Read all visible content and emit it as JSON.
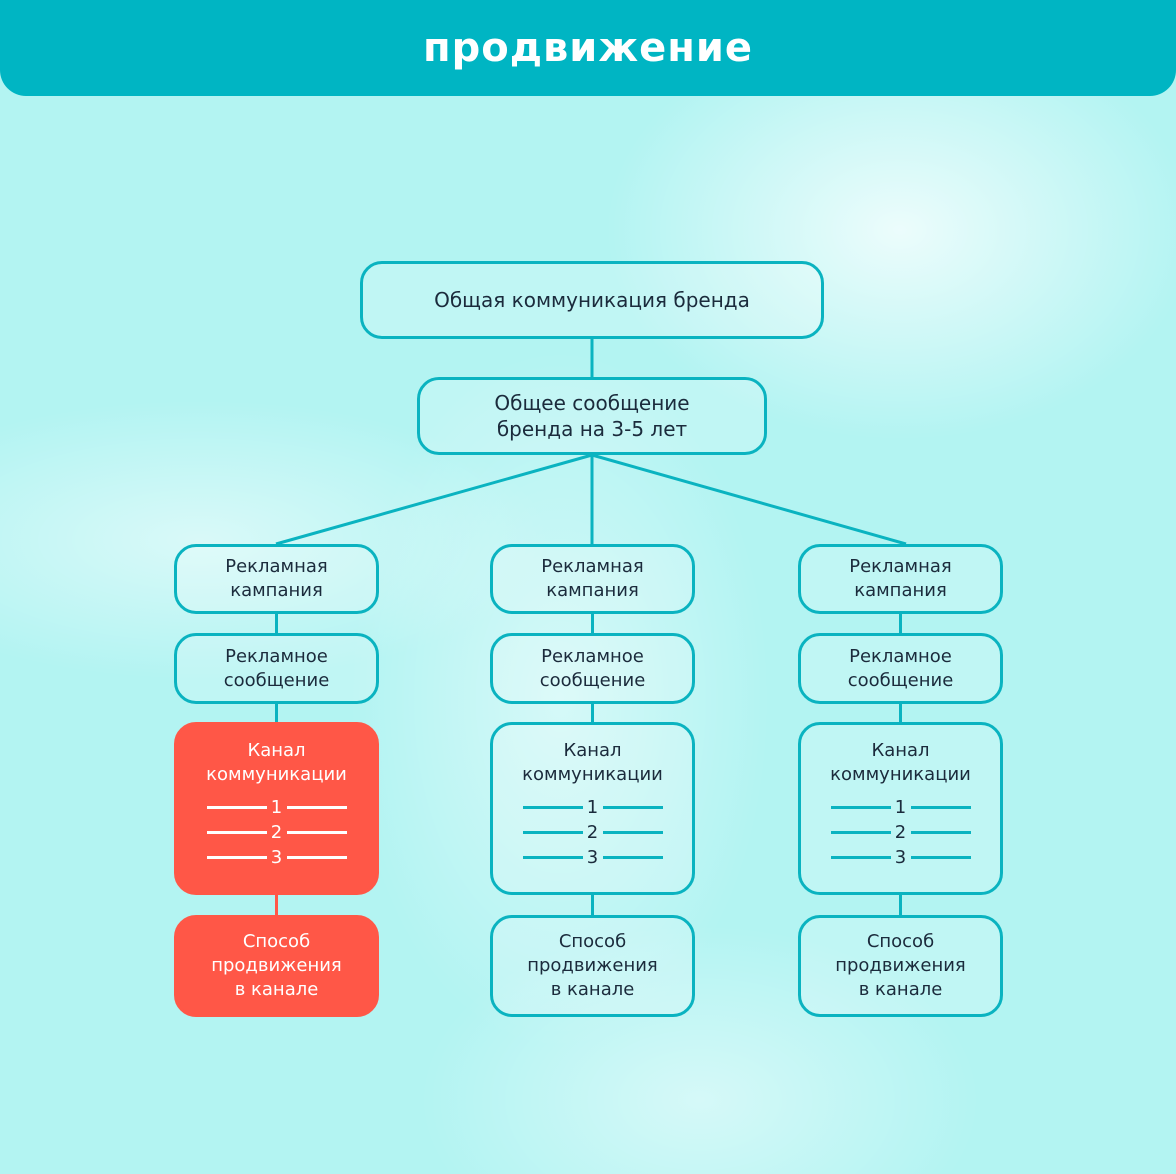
{
  "header": {
    "title": "продвижение"
  },
  "colors": {
    "accent": "#00b5c3",
    "highlight": "#ff5747",
    "background": "#b3f4f2"
  },
  "top": {
    "line1": "Общая коммуникация бренда"
  },
  "second": {
    "line1": "Общее сообщение",
    "line2": "бренда на 3-5 лет"
  },
  "columns": [
    {
      "highlighted": true,
      "campaign": [
        "Рекламная",
        "кампания"
      ],
      "message": [
        "Рекламное",
        "сообщение"
      ],
      "channel": [
        "Канал",
        "коммуникации"
      ],
      "channel_items": [
        "1",
        "2",
        "3"
      ],
      "method": [
        "Способ",
        "продвижения",
        "в канале"
      ]
    },
    {
      "highlighted": false,
      "campaign": [
        "Рекламная",
        "кампания"
      ],
      "message": [
        "Рекламное",
        "сообщение"
      ],
      "channel": [
        "Канал",
        "коммуникации"
      ],
      "channel_items": [
        "1",
        "2",
        "3"
      ],
      "method": [
        "Способ",
        "продвижения",
        "в канале"
      ]
    },
    {
      "highlighted": false,
      "campaign": [
        "Рекламная",
        "кампания"
      ],
      "message": [
        "Рекламное",
        "сообщение"
      ],
      "channel": [
        "Канал",
        "коммуникации"
      ],
      "channel_items": [
        "1",
        "2",
        "3"
      ],
      "method": [
        "Способ",
        "продвижения",
        "в канале"
      ]
    }
  ]
}
